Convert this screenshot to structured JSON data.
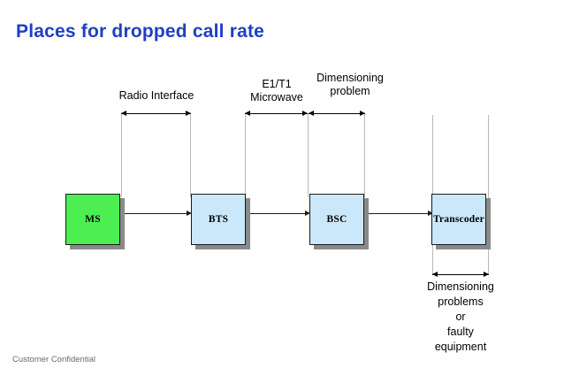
{
  "slide": {
    "title": "Places for dropped call rate",
    "footer": "Customer Confidential",
    "title_color": "#1f3fc4",
    "footer_color": "#6b6b6b",
    "background": "#ffffff"
  },
  "nodes": [
    {
      "id": "ms",
      "label": "MS",
      "fill": "#4dee52",
      "border": "#1a1a1a",
      "shadow": "#8a8a8a"
    },
    {
      "id": "bts",
      "label": "BTS",
      "fill": "#cbe7fa",
      "border": "#1a1a1a",
      "shadow": "#8a8a8a"
    },
    {
      "id": "bsc",
      "label": "BSC",
      "fill": "#cbe7fa",
      "border": "#1a1a1a",
      "shadow": "#8a8a8a"
    },
    {
      "id": "transcoder",
      "label": "Transcoder",
      "fill": "#cbe7fa",
      "border": "#1a1a1a",
      "shadow": "#8a8a8a"
    }
  ],
  "annotations": {
    "radio_interface": "Radio Interface",
    "e1t1_microwave": "E1/T1\nMicrowave",
    "dimensioning_problem": "Dimensioning\nproblem",
    "dimensioning_problems_bottom": "Dimensioning\nproblems\nor\nfaulty\nequipment"
  },
  "measures": [
    {
      "id": "radio-interface-span",
      "label": "Radio Interface"
    },
    {
      "id": "e1t1-microwave-span",
      "label": "E1/T1 Microwave"
    },
    {
      "id": "dimensioning-problem-span",
      "label": "Dimensioning problem"
    },
    {
      "id": "transcoder-dimensioning-span",
      "label": "Dimensioning problems or faulty equipment"
    }
  ],
  "connectors": [
    {
      "id": "ms-to-bts",
      "from": "MS",
      "to": "BTS"
    },
    {
      "id": "bts-to-bsc",
      "from": "BTS",
      "to": "BSC"
    },
    {
      "id": "bsc-to-transcoder",
      "from": "BSC",
      "to": "Transcoder"
    }
  ]
}
